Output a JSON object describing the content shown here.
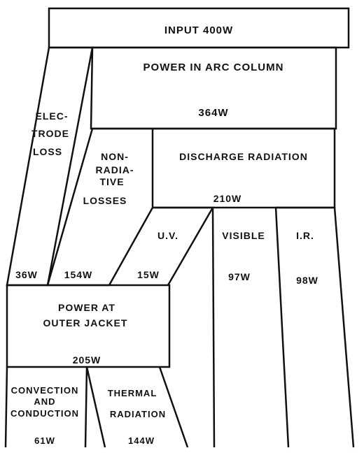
{
  "colors": {
    "ink": "#111111",
    "paper": "#ffffff"
  },
  "input": {
    "label": "INPUT 400W"
  },
  "arc_column": {
    "label": "POWER IN ARC COLUMN",
    "value": "364W"
  },
  "electrode_loss": {
    "line1": "ELEC-",
    "line2": "TRODE",
    "line3": "LOSS",
    "value": "36W"
  },
  "non_radiative": {
    "line1": "NON-",
    "line2": "RADIA-",
    "line3": "TIVE",
    "line4": "LOSSES",
    "value": "154W"
  },
  "discharge_radiation": {
    "label": "DISCHARGE RADIATION",
    "value": "210W"
  },
  "uv": {
    "label": "U.V.",
    "value": "15W"
  },
  "visible": {
    "label": "VISIBLE",
    "value": "97W"
  },
  "ir": {
    "label": "I.R.",
    "value": "98W"
  },
  "outer_jacket": {
    "line1": "POWER AT",
    "line2": "OUTER JACKET",
    "value": "205W"
  },
  "convection": {
    "line1": "CONVECTION",
    "line2": "AND",
    "line3": "CONDUCTION",
    "value": "61W"
  },
  "thermal_radiation": {
    "line1": "THERMAL",
    "line2": "RADIATION",
    "value": "144W"
  }
}
